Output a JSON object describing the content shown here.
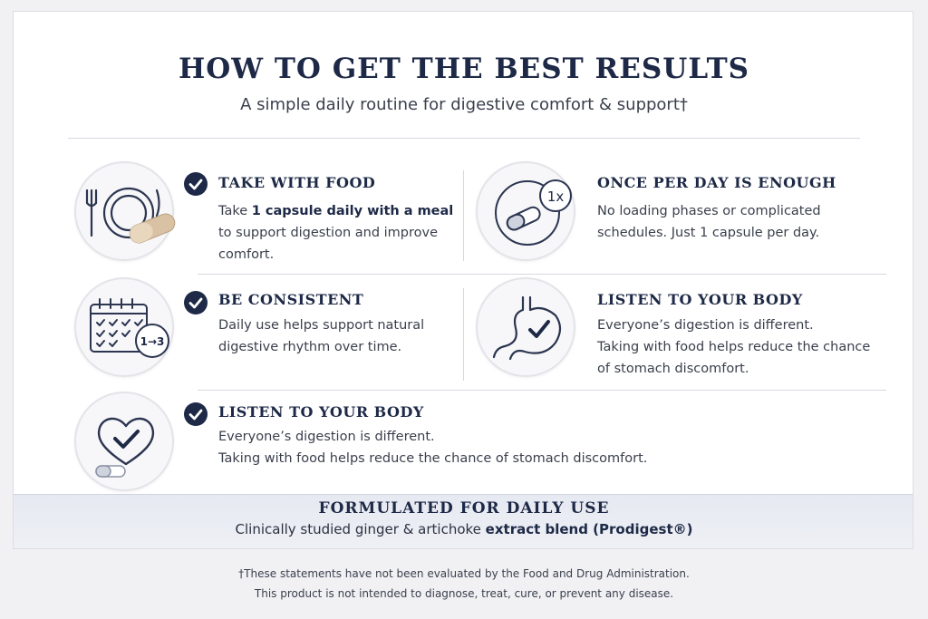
{
  "header": {
    "title": "HOW TO GET THE BEST RESULTS",
    "subtitle": "A simple daily routine for digestive comfort & support†"
  },
  "items": [
    {
      "heading": "TAKE WITH FOOD",
      "lines": [
        {
          "pre": "Take ",
          "bold": "1 capsule daily with a meal",
          "post": ""
        },
        {
          "pre": "to support digestion and improve",
          "bold": "",
          "post": ""
        },
        {
          "pre": "comfort.",
          "bold": "",
          "post": ""
        }
      ]
    },
    {
      "heading": "ONCE PER DAY IS ENOUGH",
      "badge": "1x",
      "lines": [
        {
          "pre": "No loading phases or complicated",
          "bold": "",
          "post": ""
        },
        {
          "pre": "schedules. Just 1 capsule per day.",
          "bold": "",
          "post": ""
        }
      ]
    },
    {
      "heading": "BE CONSISTENT",
      "badge": "1→3",
      "lines": [
        {
          "pre": "Daily use helps support natural",
          "bold": "",
          "post": ""
        },
        {
          "pre": "digestive rhythm over time.",
          "bold": "",
          "post": ""
        }
      ]
    },
    {
      "heading": "LISTEN TO YOUR BODY",
      "lines": [
        {
          "pre": "Everyone’s digestion is different.",
          "bold": "",
          "post": ""
        },
        {
          "pre": "Taking with food helps reduce the chance",
          "bold": "",
          "post": ""
        },
        {
          "pre": "of stomach discomfort.",
          "bold": "",
          "post": ""
        }
      ]
    },
    {
      "heading": "LISTEN TO YOUR BODY",
      "lines": [
        {
          "pre": "Everyone’s digestion is different.",
          "bold": "",
          "post": ""
        },
        {
          "pre": "Taking with food helps reduce the chance of stomach discomfort.",
          "bold": "",
          "post": ""
        }
      ]
    }
  ],
  "band": {
    "title": "FORMULATED FOR DAILY  USE",
    "sub_pre": "Clinically studied ginger & artichoke ",
    "sub_bold": "extract blend (Prodigest®)"
  },
  "disclaimer": {
    "line1": "†These statements have not been evaluated by the Food and Drug Administration.",
    "line2": "This product is not intended to diagnose, treat, cure, or prevent any disease."
  },
  "icons": {
    "item1": "plate-fork-capsule-icon",
    "item2": "capsule-once-daily-icon",
    "item3": "calendar-checks-icon",
    "item4": "stomach-check-icon",
    "item5": "heart-check-capsule-icon",
    "check": "check-circle-icon"
  },
  "colors": {
    "navy": "#1d2946",
    "text": "#3a3f4c",
    "band": "#e6e9f1",
    "capsule": "#d9c2a3"
  }
}
